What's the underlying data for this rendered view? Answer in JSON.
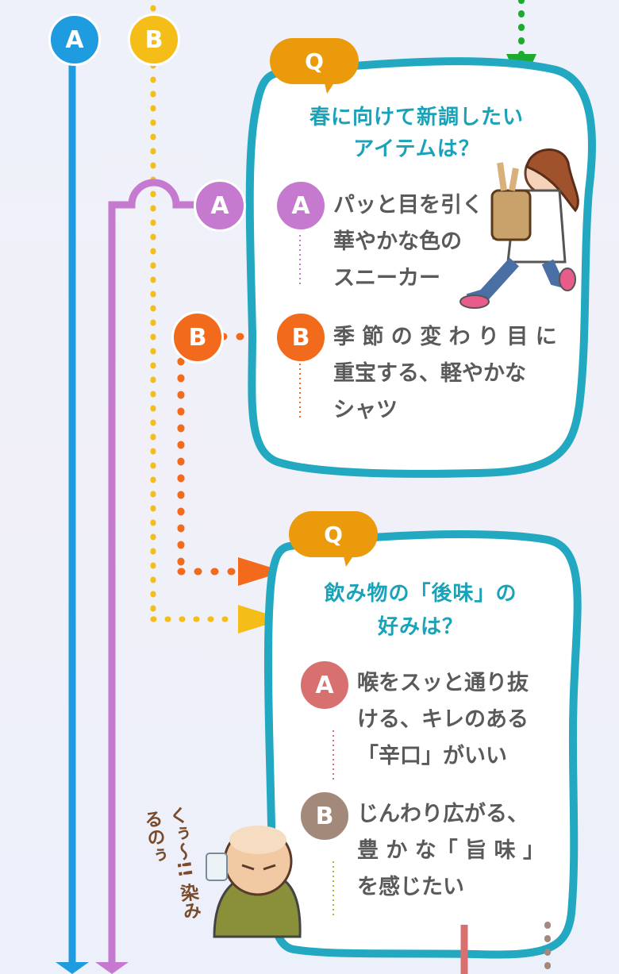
{
  "path_labels": {
    "a": "A",
    "b": "B"
  },
  "question1": {
    "tag": "Q",
    "title_line1": "春に向けて新調したい",
    "title_line2": "アイテムは？",
    "option_a": {
      "letter": "A",
      "lines": [
        "パッと目を引く",
        "華やかな色の",
        "スニーカー"
      ]
    },
    "option_b": {
      "letter": "B",
      "lines": [
        "季 節 の 変 わ り 目 に",
        "重宝する、軽やかな",
        "シャツ"
      ]
    }
  },
  "question2": {
    "tag": "Q",
    "title_line1": "飲み物の「後味」の",
    "title_line2": "好みは？",
    "option_a": {
      "letter": "A",
      "lines": [
        "喉をスッと通り抜",
        "ける、キレのある",
        "「辛口」がいい"
      ]
    },
    "option_b": {
      "letter": "B",
      "lines": [
        "じんわり広がる、",
        "豊 か な「 旨 味 」",
        "を感じたい"
      ]
    }
  },
  "illustration_caption": "くぅ〜!! 染みるのぅ",
  "colors": {
    "blue": "#1f9be0",
    "yellow": "#f4bd17",
    "purple": "#c57ad0",
    "orange": "#f26b1d",
    "green": "#1cab2e",
    "teal": "#21a9c0",
    "tag_orange": "#ea9a0a",
    "q2_a_red": "#d97070",
    "q2_b_brown": "#a3897a"
  }
}
